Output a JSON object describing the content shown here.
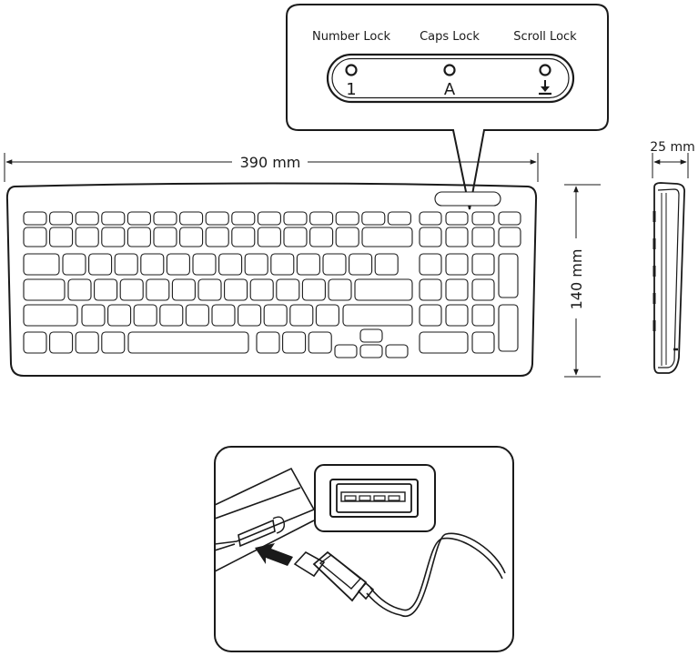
{
  "indicators": [
    {
      "label": "Number Lock",
      "symbol": "1"
    },
    {
      "label": "Caps Lock",
      "symbol": "A"
    },
    {
      "label": "Scroll Lock",
      "symbol": "⤓"
    }
  ],
  "dimensions": {
    "width": "390 mm",
    "height": "140 mm",
    "depth": "25 mm"
  }
}
